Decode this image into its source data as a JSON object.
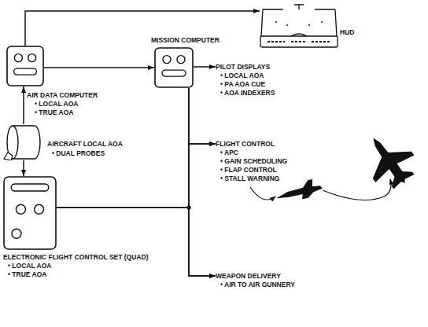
{
  "diagram": {
    "nodes": [
      {
        "text": [
          "HUD"
        ]
      },
      {
        "text": [
          "MISSION COMPUTER"
        ]
      },
      {
        "text": [
          "AIR DATA COMPUTER",
          "• LOCAL AOA",
          "• TRUE AOA"
        ]
      },
      {
        "text": [
          "PILOT DISPLAYS",
          "• LOCAL AOA",
          "• PA AOA CUE",
          "• AOA INDEXERS"
        ]
      },
      {
        "text": [
          "AIRCRAFT LOCAL AOA",
          "• DUAL PROBES"
        ]
      },
      {
        "text": [
          "FLIGHT CONTROL",
          "• APC",
          "• GAIN SCHEDULING",
          "• FLAP CONTROL",
          "• STALL WARNING"
        ]
      },
      {
        "text": [
          "ELECTRONIC FLIGHT CONTROL SET (QUAD)",
          "• LOCAL AOA",
          "• TRUE AOA"
        ]
      },
      {
        "text": [
          "WEAPON DELIVERY",
          "• AIR TO AIR GUNNERY"
        ]
      }
    ],
    "edges": [
      {
        "from": 2,
        "to": 0,
        "arrow": "to"
      },
      {
        "from": 4,
        "to": 2,
        "arrow": "to"
      },
      {
        "from": 4,
        "to": 6,
        "arrow": "to"
      },
      {
        "from": 2,
        "to": 1,
        "arrow": "to"
      },
      {
        "from": 1,
        "to": 3,
        "arrow": "to"
      },
      {
        "from": 1,
        "to": 5,
        "arrow": "to"
      },
      {
        "from": 1,
        "to": 7,
        "arrow": "to"
      },
      {
        "from": 6,
        "to": 5,
        "arrow": "to"
      },
      {
        "from": 6,
        "to": 7,
        "arrow": "to"
      }
    ]
  }
}
